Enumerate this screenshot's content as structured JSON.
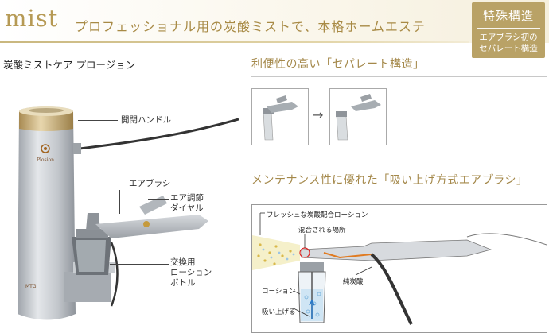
{
  "header": {
    "logo": "mist",
    "tagline": "プロフェッショナル用の炭酸ミストで、本格ホームエステ"
  },
  "badge": {
    "title": "特殊構造",
    "line1": "エアブラシ初の",
    "line2": "セパレート構造"
  },
  "product": {
    "name": "炭酸ミストケア プロージョン",
    "brand": "Plosion",
    "base_brand": "MTG"
  },
  "callouts": {
    "handle": "開閉ハンドル",
    "airbrush": "エアブラシ",
    "air_dial_1": "エア調節",
    "air_dial_2": "ダイヤル",
    "bottle_1": "交換用",
    "bottle_2": "ローション",
    "bottle_3": "ボトル"
  },
  "section1": {
    "title": "利便性の高い「セパレート構造」"
  },
  "section2": {
    "title": "メンテナンス性に優れた「吸い上げ方式エアブラシ」"
  },
  "diagram": {
    "fresh_lotion": "フレッシュな炭酸配合ローション",
    "mix_point": "混合される場所",
    "co2": "純炭酸",
    "lotion": "ローション",
    "suck_up": "吸い上げる"
  },
  "arrow": "→",
  "colors": {
    "gold": "#b69a55",
    "badge": "#b9a266",
    "device": "#b8bdc4"
  }
}
